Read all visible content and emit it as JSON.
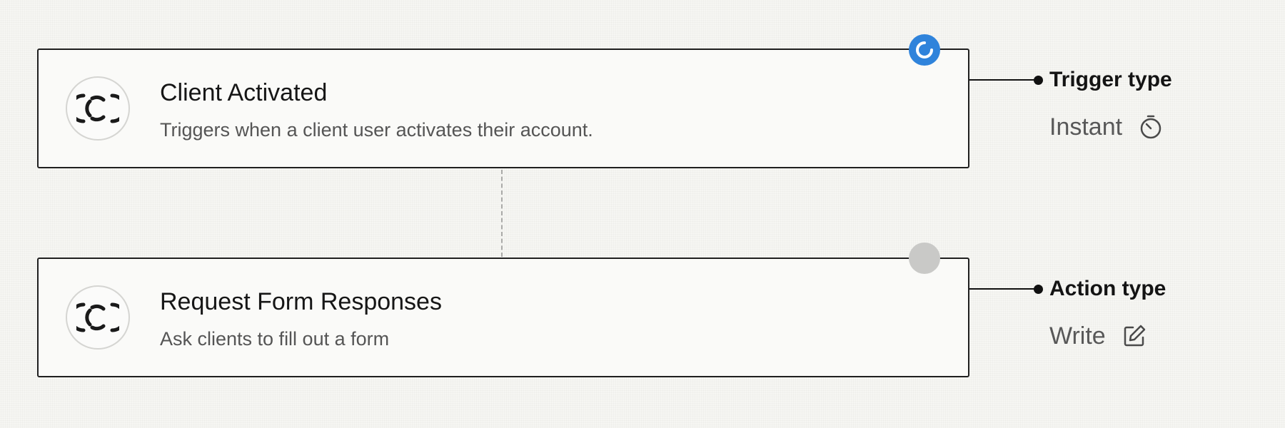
{
  "steps": [
    {
      "kind": "trigger",
      "title": "Client Activated",
      "description": "Triggers when a client user activates their account.",
      "app_icon": "client-app-logo-icon",
      "status": "running"
    },
    {
      "kind": "action",
      "title": "Request Form Responses",
      "description": "Ask clients to fill out a form",
      "app_icon": "client-app-logo-icon",
      "status": "idle"
    }
  ],
  "annotations": {
    "trigger": {
      "label": "Trigger type",
      "value": "Instant",
      "icon": "stopwatch-icon"
    },
    "action": {
      "label": "Action type",
      "value": "Write",
      "icon": "edit-icon"
    }
  },
  "colors": {
    "running_status": "#2f83db",
    "idle_status": "#c9c9c7",
    "card_border": "#1f1f1f",
    "annotation_line": "#111111"
  }
}
